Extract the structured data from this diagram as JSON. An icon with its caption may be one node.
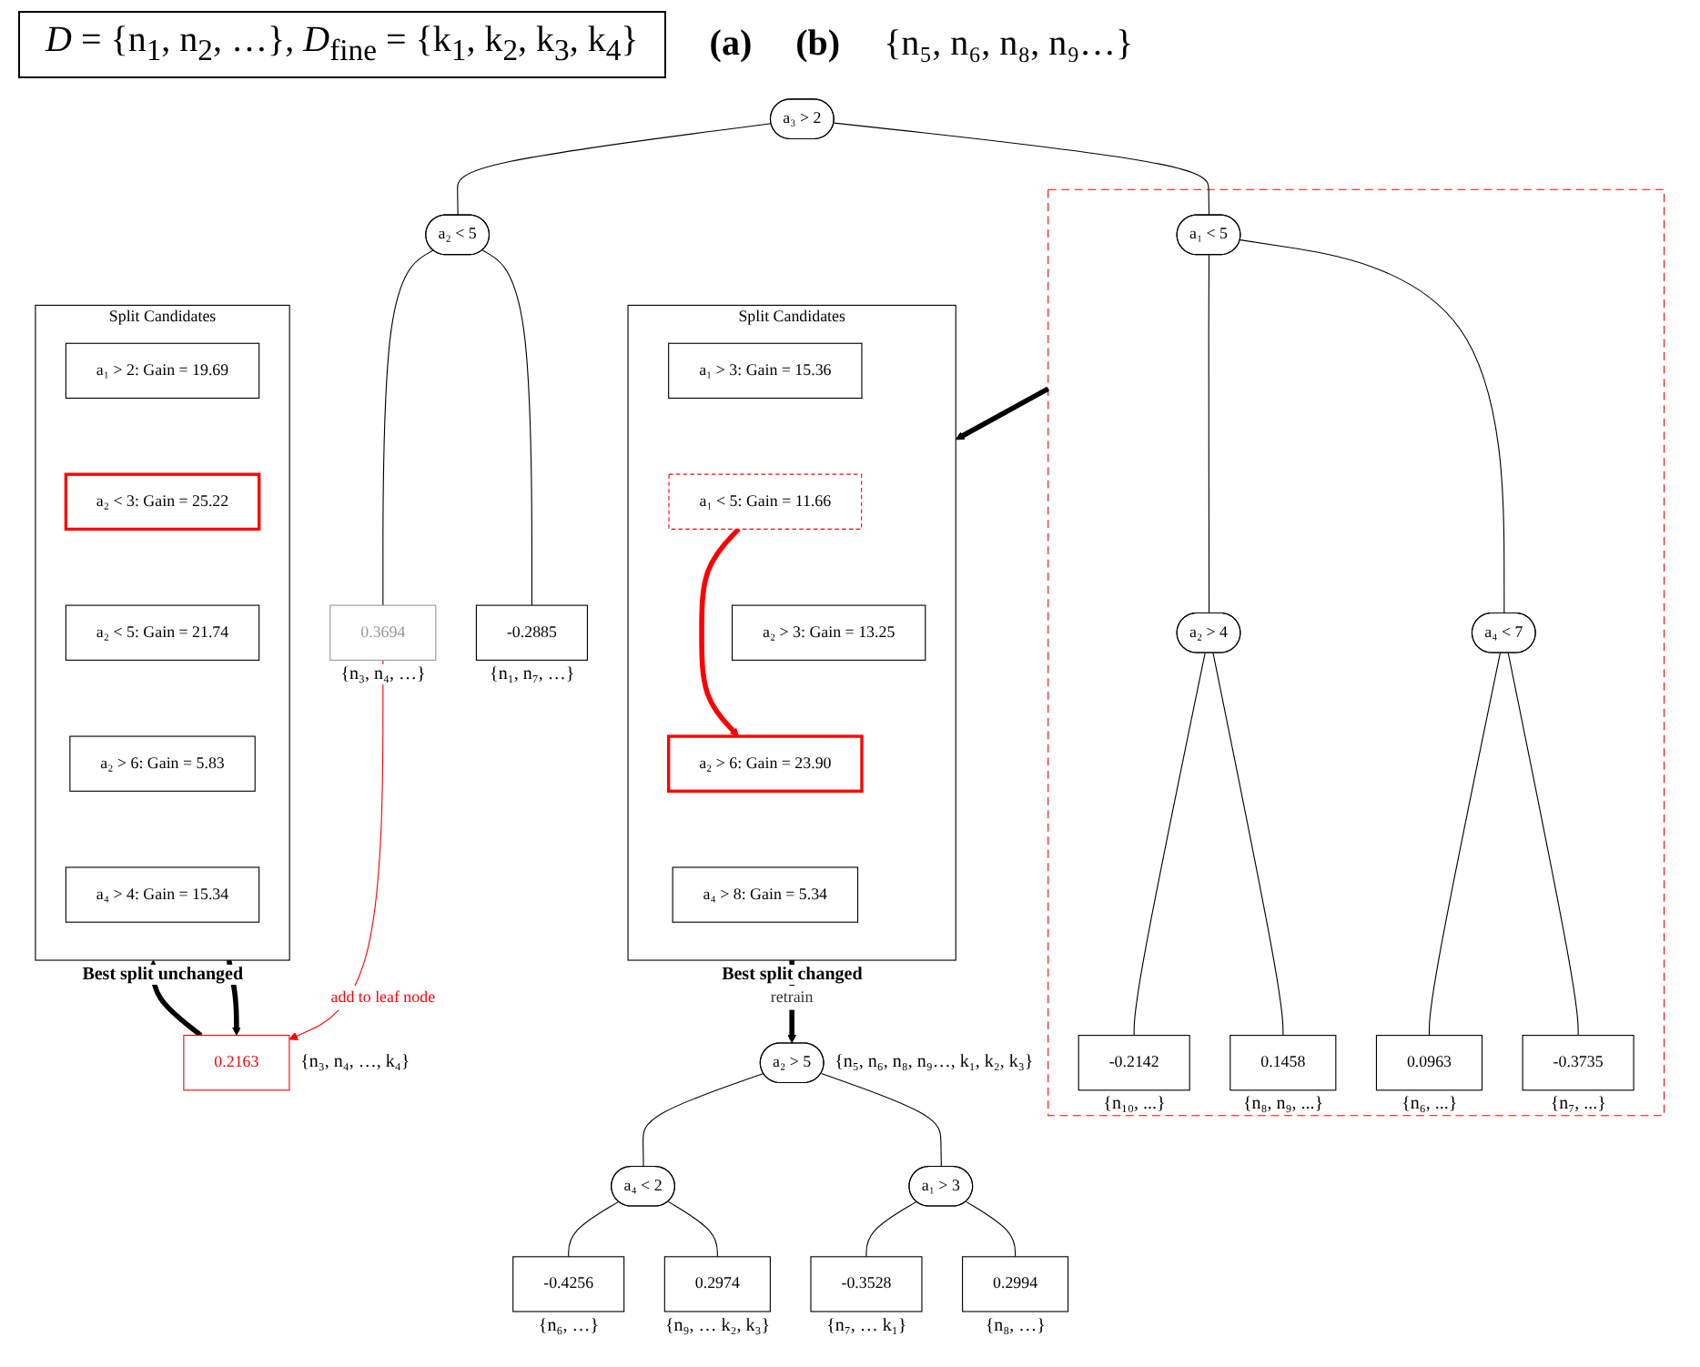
{
  "diagram": {
    "title": "*D* = {n$_{1}$, n$_{2}$, …}, *D*$_{fine}$ = {k$_{1}$, k$_{2}$, k$_{3}$, k$_{4}$}",
    "nodes": [
      {
        "text": [
          "a₃ > 2"
        ]
      },
      {
        "text": [],
        "shape": "box"
      },
      {
        "text": [
          "a₁ < 5"
        ],
        "in": 1
      },
      {
        "text": [
          "a₄ < 7"
        ],
        "in": 1
      },
      {
        "text": [
          "a₂ > 4"
        ],
        "in": 1
      },
      {
        "text": [
          "-0.3735"
        ],
        "in": 1,
        "beside": [
          "{n₇, ...}"
        ]
      },
      {
        "text": [
          "0.0963"
        ],
        "in": 1,
        "beside": [
          "{n₆, ...}"
        ]
      },
      {
        "text": [
          "0.1458"
        ],
        "in": 1,
        "beside": [
          "{n₈, n₉, ...}"
        ]
      },
      {
        "text": [
          "-0.2142"
        ],
        "in": 1,
        "beside": [
          "{n₁₀, ...}"
        ]
      },
      {
        "text": [
          "a₂ < 5"
        ]
      },
      {
        "text": [
          "-0.2885"
        ],
        "beside": [
          "{n₁, n₇, …}"
        ]
      },
      {
        "text": [
          "0.3694"
        ],
        "beside": [
          "{n₃, n₄, …}"
        ]
      },
      {
        "text": [
          "0.2163"
        ],
        "beside": [
          "{n₃, n₄, …, k₄}"
        ]
      },
      {
        "text": [
          "Split Candidates"
        ],
        "beside": [
          "Best split changed"
        ]
      },
      {
        "text": [
          "a₁ > 3: Gain = 15.36"
        ],
        "in": 13
      },
      {
        "text": [
          "a₁ < 5: Gain = 11.66"
        ],
        "in": 13
      },
      {
        "text": [
          "a₂ > 3: Gain = 13.25"
        ],
        "in": 13
      },
      {
        "text": [
          "a₂ > 6: Gain = 23.90"
        ],
        "in": 13
      },
      {
        "text": [
          "a₄ > 8: Gain = 5.34"
        ],
        "in": 13
      },
      {
        "text": [
          "a₂ > 5"
        ],
        "beside": [
          "{n₅, n₆, n₈, n₉…, k₁, k₂, k₃}"
        ]
      },
      {
        "text": [
          "a₁ > 3"
        ]
      },
      {
        "text": [
          "a₄ < 2"
        ]
      },
      {
        "text": [
          "0.2994"
        ],
        "beside": [
          "{n₈, …}"
        ]
      },
      {
        "text": [
          "-0.3528"
        ],
        "beside": [
          "{n₇, … k₁}"
        ]
      },
      {
        "text": [
          "0.2974"
        ],
        "beside": [
          "{n₉, … k₂, k₃}"
        ]
      },
      {
        "text": [
          "-0.4256"
        ],
        "beside": [
          "{n₆, …}"
        ]
      },
      {
        "text": [
          "Split Candidates"
        ],
        "beside": [
          "Best split unchanged"
        ]
      },
      {
        "text": [
          "a₁ > 2: Gain = 19.69"
        ],
        "in": 26
      },
      {
        "text": [
          "a₂ < 3: Gain = 25.22"
        ],
        "in": 26
      },
      {
        "text": [
          "a₂ < 5: Gain = 21.74"
        ],
        "in": 26
      },
      {
        "text": [
          "a₂ > 6: Gain = 5.83"
        ],
        "in": 26
      },
      {
        "text": [
          "a₄ > 4: Gain = 15.34"
        ],
        "in": 26
      }
    ],
    "edges": [
      {
        "from": 0,
        "to": 2,
        "arrow": "none"
      },
      {
        "from": 0,
        "to": 9,
        "arrow": "none"
      },
      {
        "from": 2,
        "to": 3,
        "arrow": "none"
      },
      {
        "from": 2,
        "to": 4,
        "arrow": "none"
      },
      {
        "from": 3,
        "to": 5,
        "arrow": "none"
      },
      {
        "from": 3,
        "to": 6,
        "arrow": "none"
      },
      {
        "from": 4,
        "to": 7,
        "arrow": "none"
      },
      {
        "from": 4,
        "to": 8,
        "arrow": "none"
      },
      {
        "from": 9,
        "to": 10,
        "arrow": "none"
      },
      {
        "from": 9,
        "to": 11,
        "arrow": "none"
      },
      {
        "from": 11,
        "to": 12,
        "arrow": "to",
        "label": "add to leaf node",
        "color": "#ff0000"
      },
      {
        "from": 26,
        "to": 12,
        "arrow": "to",
        "style": "thick"
      },
      {
        "from": 12,
        "to": 26,
        "arrow": "to",
        "style": "thick"
      },
      {
        "from": 1,
        "to": 13,
        "arrow": "to",
        "style": "thick"
      },
      {
        "from": 13,
        "to": 19,
        "arrow": "to",
        "label": "retrain",
        "style": "thick"
      },
      {
        "from": 15,
        "to": 17,
        "arrow": "to",
        "style": "thick",
        "color": "#ff0000"
      },
      {
        "from": 19,
        "to": 20,
        "arrow": "none"
      },
      {
        "from": 19,
        "to": 21,
        "arrow": "none"
      },
      {
        "from": 20,
        "to": 22,
        "arrow": "none"
      },
      {
        "from": 20,
        "to": 23,
        "arrow": "none"
      },
      {
        "from": 21,
        "to": 24,
        "arrow": "none"
      },
      {
        "from": 21,
        "to": 25,
        "arrow": "none"
      }
    ],
    "labels": [
      "(a)",
      "(b)",
      "{n₅, n₆, n₈, n₉…}"
    ]
  }
}
